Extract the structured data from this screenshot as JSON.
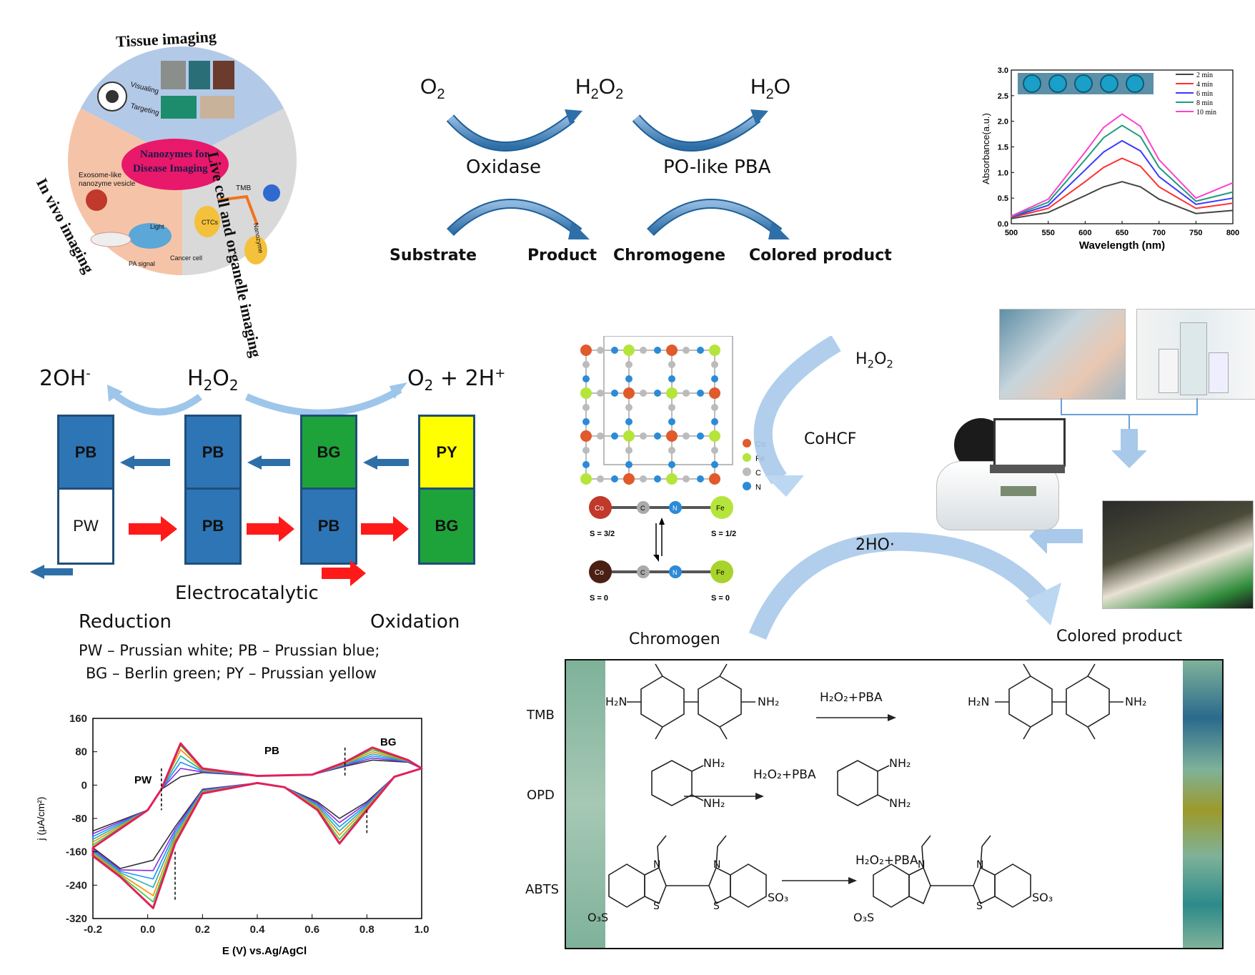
{
  "wheel": {
    "top_label": "Tissue   imaging",
    "right_label": "Live cell and organelle imaging",
    "left_label": "In vivo imaging",
    "center_line1": "Nanozymes for",
    "center_line2": "Disease Imaging",
    "visualing": "Visualing",
    "targeting": "Targeting",
    "exosome1": "Exosome-like",
    "exosome2": "nanozyme vesicle",
    "light": "Light",
    "cancer_cell": "Cancer cell",
    "pa_signal": "PA signal",
    "tmb": "TMB",
    "nanozyme": "Nanozyme",
    "ctcs": "CTCs"
  },
  "cascade": {
    "o2": "O",
    "o2_sub": "2",
    "h2o2_a": "H",
    "h2o2_s1": "2",
    "h2o2_b": "O",
    "h2o2_s2": "2",
    "h2o_a": "H",
    "h2o_s": "2",
    "h2o_b": "O",
    "oxidase": "Oxidase",
    "po_like": "PO-like PBA",
    "substrate": "Substrate",
    "product": "Product",
    "chromogene": "Chromogene",
    "colored_product": "Colored product"
  },
  "absorbance_chart": {
    "chart_data": {
      "type": "line",
      "xlabel": "Wavelength (nm)",
      "ylabel": "Absorbance(a.u.)",
      "xlim": [
        500,
        800
      ],
      "ylim": [
        0,
        3.0
      ],
      "xticks": [
        "500",
        "550",
        "600",
        "650",
        "700",
        "750",
        "800"
      ],
      "yticks": [
        "0.0",
        "0.5",
        "1.0",
        "1.5",
        "2.0",
        "2.5",
        "3.0"
      ],
      "x": [
        500,
        550,
        600,
        625,
        650,
        675,
        700,
        750,
        800
      ],
      "series": [
        {
          "name": "2 min",
          "color": "#444444",
          "values": [
            0.1,
            0.22,
            0.55,
            0.72,
            0.82,
            0.72,
            0.48,
            0.2,
            0.26
          ]
        },
        {
          "name": "4 min",
          "color": "#ff3030",
          "values": [
            0.12,
            0.3,
            0.82,
            1.1,
            1.28,
            1.12,
            0.72,
            0.3,
            0.4
          ]
        },
        {
          "name": "6 min",
          "color": "#3a3aff",
          "values": [
            0.13,
            0.36,
            1.05,
            1.4,
            1.62,
            1.42,
            0.92,
            0.38,
            0.5
          ]
        },
        {
          "name": "8 min",
          "color": "#1e9c7a",
          "values": [
            0.14,
            0.42,
            1.25,
            1.68,
            1.92,
            1.7,
            1.1,
            0.44,
            0.62
          ]
        },
        {
          "name": "10 min",
          "color": "#ff40d0",
          "values": [
            0.15,
            0.48,
            1.4,
            1.88,
            2.14,
            1.9,
            1.25,
            0.5,
            0.8
          ]
        }
      ],
      "legend_position": "top-right"
    }
  },
  "prussian": {
    "left_label": "2OH",
    "left_sup": "-",
    "mid_a": "H",
    "mid_s1": "2",
    "mid_b": "O",
    "mid_s2": "2",
    "right_a": "O",
    "right_s": "2",
    "right_b": " + 2H",
    "right_sup": "+",
    "pb": "PB",
    "pw": "PW",
    "bg": "BG",
    "py": "PY",
    "electrocatalytic": "Electrocatalytic",
    "reduction": "Reduction",
    "oxidation": "Oxidation",
    "legend_line1": "PW – Prussian white; PB  – Prussian blue;",
    "legend_line2": "BG – Berlin green;  PY – Prussian yellow"
  },
  "cv_chart": {
    "chart_data": {
      "type": "line",
      "xlabel": "E (V) vs.Ag/AgCl",
      "ylabel": "j (μA/cm²)",
      "xlim": [
        -0.2,
        1.0
      ],
      "ylim": [
        -320,
        160
      ],
      "xticks": [
        "-0.2",
        "0.0",
        "0.2",
        "0.4",
        "0.6",
        "0.8",
        "1.0"
      ],
      "yticks": [
        "160",
        "80",
        "0",
        "-80",
        "-160",
        "-240",
        "-320"
      ],
      "annotations": [
        "PW",
        "PB",
        "BG"
      ],
      "series": [
        {
          "color": "#333333",
          "peak_anodic": 20,
          "peak_cathodic": -180
        },
        {
          "color": "#8a2be2",
          "peak_anodic": 40,
          "peak_cathodic": -205
        },
        {
          "color": "#1e90ff",
          "peak_anodic": 55,
          "peak_cathodic": -225
        },
        {
          "color": "#20b2aa",
          "peak_anodic": 70,
          "peak_cathodic": -245
        },
        {
          "color": "#ff8c00",
          "peak_anodic": 85,
          "peak_cathodic": -265
        },
        {
          "color": "#32cd32",
          "peak_anodic": 95,
          "peak_cathodic": -280
        },
        {
          "color": "#e0205a",
          "peak_anodic": 100,
          "peak_cathodic": -295
        }
      ]
    }
  },
  "cohcf": {
    "h2o2_a": "H",
    "h2o2_s1": "2",
    "h2o2_b": "O",
    "h2o2_s2": "2",
    "label": "CoHCF",
    "radical": "2HO·",
    "legend_co": "Co",
    "legend_fe": "Fe",
    "legend_c": "C",
    "legend_n": "N",
    "co3": "Co",
    "fe3": "Fe",
    "s32": "S = 3/2",
    "s12": "S = 1/2",
    "s0a": "S = 0",
    "s0b": "S = 0",
    "co2": "Co",
    "fe2": "Fe",
    "c_atom": "C",
    "n_atom": "N"
  },
  "reactions": {
    "chromogen": "Chromogen",
    "colored_product": "Colored product",
    "tmb": "TMB",
    "opd": "OPD",
    "abts": "ABTS",
    "reagent": "H₂O₂+PBA",
    "tmb_left1": "H₂N",
    "tmb_left2": "NH₂",
    "tmb_right1": "H₂N",
    "tmb_right2": "NH₂",
    "opd_n1": "NH₂",
    "opd_n2": "NH₂",
    "so3_a": "O₃S",
    "so3_b": "SO₃",
    "n": "N",
    "s": "S"
  }
}
